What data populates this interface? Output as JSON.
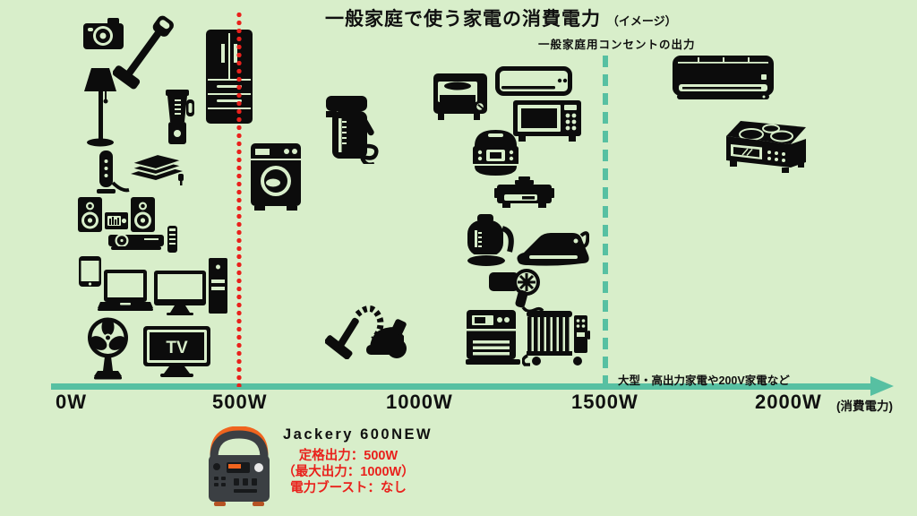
{
  "colors": {
    "background": "#d8eeca",
    "accent_teal": "#57c0a2",
    "accent_red": "#e9211c",
    "icon_black": "#0c0c0c",
    "product_body": "#3b3f43",
    "product_orange": "#f0641e"
  },
  "header": {
    "title": "一般家庭で使う家電の消費電力",
    "title_note": "（イメージ）",
    "outlet_label": "一般家庭用コンセントの出力"
  },
  "axis": {
    "ticks": [
      "0W",
      "500W",
      "1000W",
      "1500W",
      "2000W"
    ],
    "unit_label": "(消費電力)",
    "high_power_label": "大型・高出力家電や200V家電など"
  },
  "labels": {
    "tv": "TV"
  },
  "product": {
    "name": "Jackery 600NEW",
    "rated_output": "定格出力：500W",
    "max_output": "（最大出力：1000W）",
    "power_boost": "電力ブースト：なし"
  },
  "appliances": {
    "zone_under_500w": [
      "camera",
      "stick-vacuum",
      "floor-lamp",
      "blender",
      "refrigerator",
      "wifi-router",
      "electric-blanket",
      "audio-system",
      "dvd-player",
      "smartphone",
      "laptop",
      "desktop-pc",
      "electric-fan",
      "tv"
    ],
    "zone_500w_to_1500w": [
      "washing-machine",
      "electric-pot",
      "vacuum-cleaner",
      "toaster-oven",
      "air-conditioner",
      "microwave-oven",
      "rice-cooker",
      "electric-griddle",
      "electric-kettle",
      "iron",
      "hair-dryer",
      "fan-heater",
      "oil-heater"
    ],
    "zone_over_1500w": [
      "large-air-conditioner",
      "ih-cooktop"
    ]
  }
}
